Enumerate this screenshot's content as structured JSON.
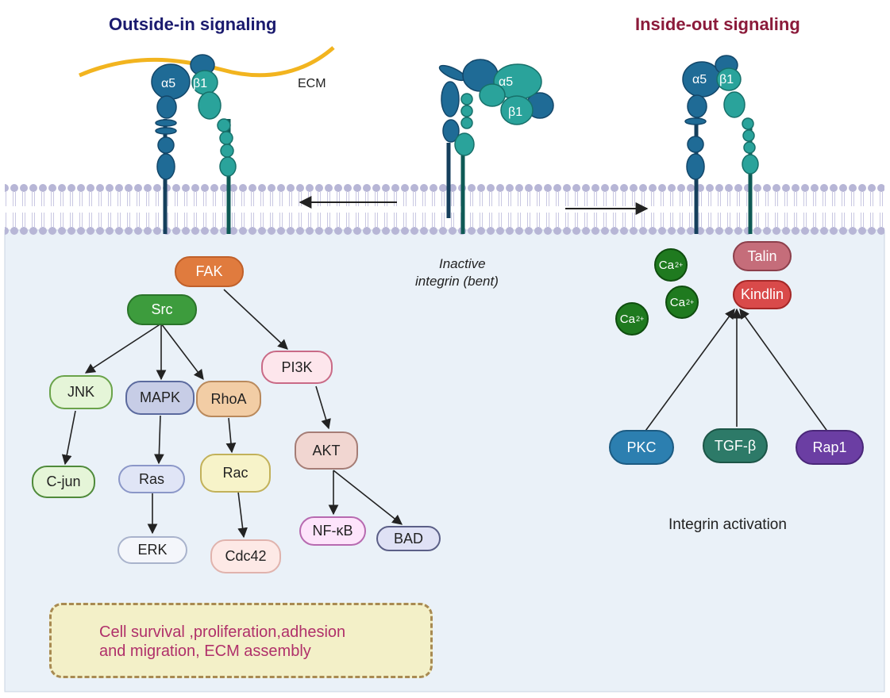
{
  "titles": {
    "outside_in": "Outside-in signaling",
    "inside_out": "Inside-out signaling"
  },
  "labels": {
    "ecm": "ECM",
    "inactive_line1": "Inactive",
    "inactive_line2": "integrin (bent)",
    "integrin_activation": "Integrin activation",
    "alpha": "α5",
    "beta": "β1"
  },
  "nodes": {
    "fak": "FAK",
    "src": "Src",
    "pi3k": "PI3K",
    "jnk": "JNK",
    "mapk": "MAPK",
    "rhoa": "RhoA",
    "cjun": "C-jun",
    "ras": "Ras",
    "rac": "Rac",
    "akt": "AKT",
    "erk": "ERK",
    "cdc42": "Cdc42",
    "nfkb": "NF-κB",
    "bad": "BAD",
    "talin": "Talin",
    "kindlin": "Kindlin",
    "pkc": "PKC",
    "tgfb": "TGF-β",
    "rap1": "Rap1"
  },
  "calcium": {
    "symbol": "Ca",
    "charge": "2+"
  },
  "outcome": {
    "line1": "Cell survival ,proliferation,adhesion",
    "line2": "and migration, ECM assembly"
  },
  "colors": {
    "outside_in_title": "#1a1a6e",
    "inside_out_title": "#8b1a3a",
    "ecm_fiber": "#f2b41f",
    "alpha_subunit": "#1f6b96",
    "beta_subunit": "#2aa39b",
    "membrane": "#b9b9d8",
    "cytoplasm": "#eaf1f8",
    "calcium": "#1f7a1f",
    "outcome_text": "#b0306a"
  }
}
